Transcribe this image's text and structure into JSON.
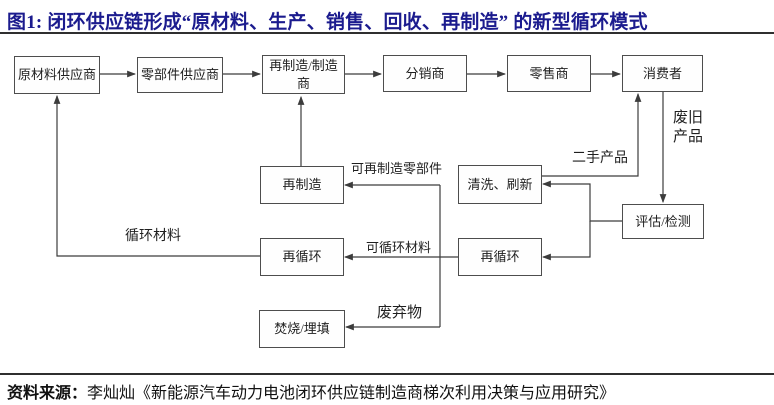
{
  "title": "图1: 闭环供应链形成“原材料、生产、销售、回收、再制造” 的新型循环模式",
  "diagram": {
    "nodes": {
      "raw_material_supplier": "原材料供应商",
      "parts_supplier": "零部件供应商",
      "remanufacturer_manufacturer": "再制造/制造商",
      "distributor": "分销商",
      "retailer": "零售商",
      "consumer": "消费者",
      "cleaning_refresh": "清洗、刷新",
      "evaluate_inspect": "评估/检测",
      "remanufacture": "再制造",
      "recycle_left": "再循环",
      "recycle_right": "再循环",
      "incinerate_landfill": "焚烧/埋填"
    },
    "flow_labels": {
      "scrap_products": "废旧产品",
      "second_hand_products": "二手产品",
      "remanufacturable_parts": "可再制造零部件",
      "recyclable_materials": "可循环材料",
      "recycled_materials": "循环材料",
      "waste": "废弃物"
    },
    "edges": [
      {
        "from": "原材料供应商",
        "to": "零部件供应商"
      },
      {
        "from": "零部件供应商",
        "to": "再制造/制造商"
      },
      {
        "from": "再制造/制造商",
        "to": "分销商"
      },
      {
        "from": "分销商",
        "to": "零售商"
      },
      {
        "from": "零售商",
        "to": "消费者"
      },
      {
        "from": "消费者",
        "to": "评估/检测",
        "label": "废旧产品"
      },
      {
        "from": "清洗、刷新",
        "to": "消费者",
        "label": "二手产品"
      },
      {
        "from": "评估/检测",
        "to": "清洗、刷新"
      },
      {
        "from": "评估/检测",
        "to": "再循环(右)"
      },
      {
        "from": "再循环(右)",
        "to": "再循环(左)",
        "label": "可循环材料"
      },
      {
        "from": "评估/检测",
        "to": "再制造",
        "label": "可再制造零部件"
      },
      {
        "from": "评估/检测",
        "to": "焚烧/埋填",
        "label": "废弃物"
      },
      {
        "from": "再循环(左)",
        "to": "原材料供应商",
        "label": "循环材料"
      },
      {
        "from": "再制造",
        "to": "再制造/制造商"
      }
    ]
  },
  "source_note": {
    "label": "资料来源：",
    "text": "李灿灿《新能源汽车动力电池闭环供应链制造商梯次利用决策与应用研究》"
  },
  "colors": {
    "title": "#1b1b8e",
    "rule": "#2f2f2f",
    "box_border": "#4d4d4d",
    "line": "#3c3c3c",
    "text": "#1f1f1f"
  }
}
